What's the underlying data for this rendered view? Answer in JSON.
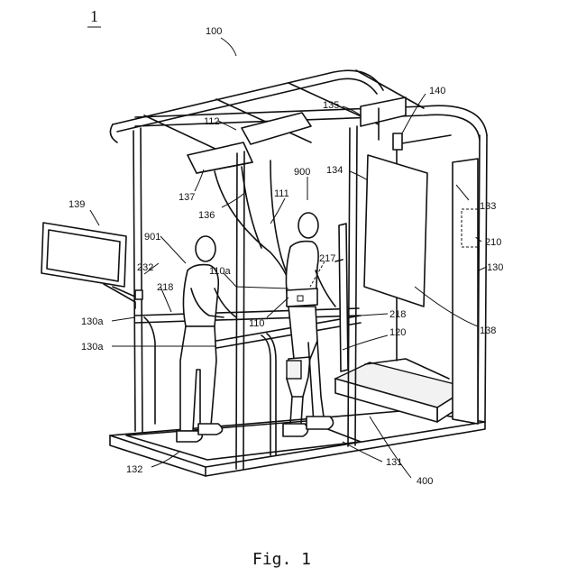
{
  "figure": {
    "number": "1",
    "caption": "Fig. 1",
    "labels": {
      "l100": "100",
      "l112": "112",
      "l135": "135",
      "l140": "140",
      "l134": "134",
      "l900": "900",
      "l133": "133",
      "l137": "137",
      "l111": "111",
      "l139": "139",
      "l136": "136",
      "l210": "210",
      "l901": "901",
      "l217": "217",
      "l130": "130",
      "l232": "232",
      "l110a": "110a",
      "l218a": "218",
      "l218b": "218",
      "l130a_1": "130a",
      "l110": "110",
      "l138": "138",
      "l120": "120",
      "l130a_2": "130a",
      "l132": "132",
      "l131": "131",
      "l400": "400"
    }
  }
}
